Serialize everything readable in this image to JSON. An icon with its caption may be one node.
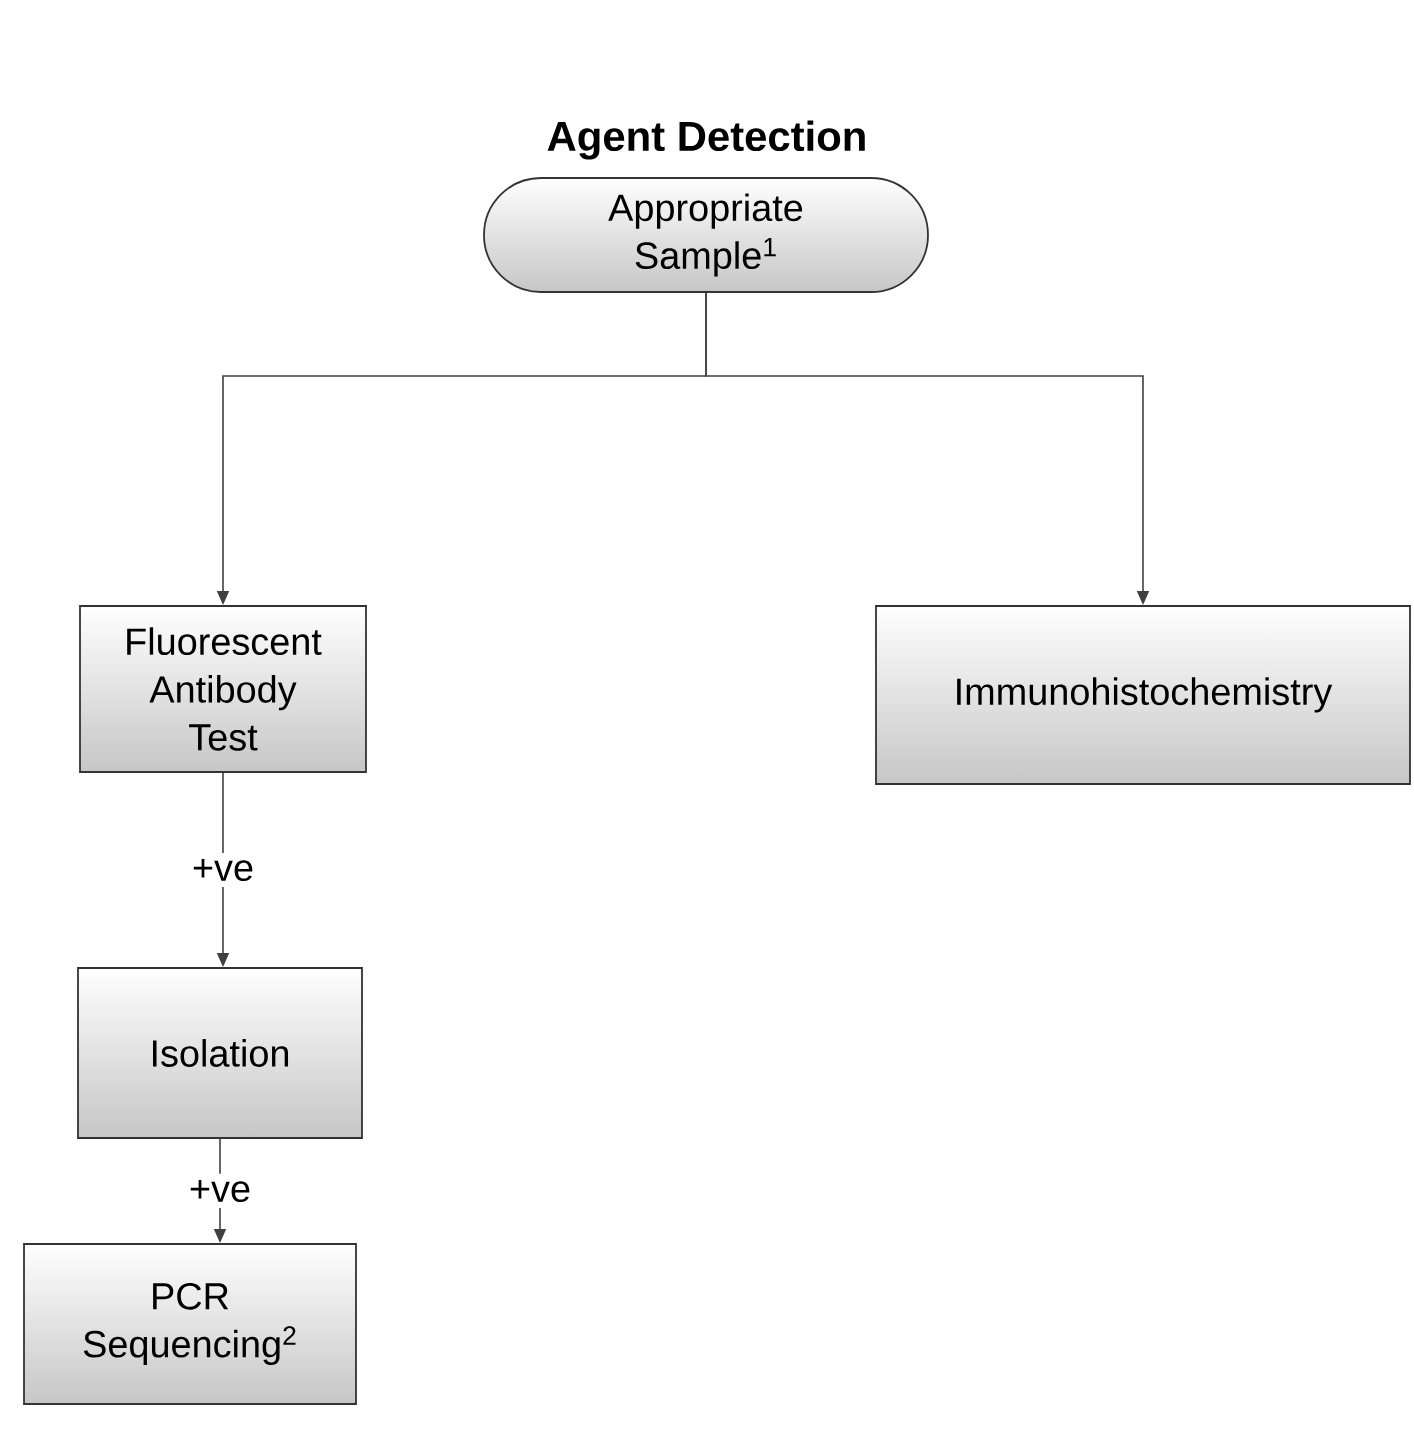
{
  "diagram": {
    "title": "Agent Detection",
    "nodes": [
      {
        "text": [
          "Appropriate Sample$^{1}$"
        ]
      },
      {
        "text": [
          "Fluorescent Antibody Test"
        ]
      },
      {
        "text": [
          "Immunohistochemistry"
        ]
      },
      {
        "text": [
          "Isolation"
        ]
      },
      {
        "text": [
          "PCR Sequencing$^{2}$"
        ]
      }
    ],
    "edges": [
      {
        "from": 0,
        "to": 1,
        "arrow": "to"
      },
      {
        "from": 0,
        "to": 2,
        "arrow": "to"
      },
      {
        "from": 1,
        "to": 3,
        "arrow": "to",
        "label": "+ve"
      },
      {
        "from": 3,
        "to": 4,
        "arrow": "to",
        "label": "+ve"
      }
    ]
  }
}
